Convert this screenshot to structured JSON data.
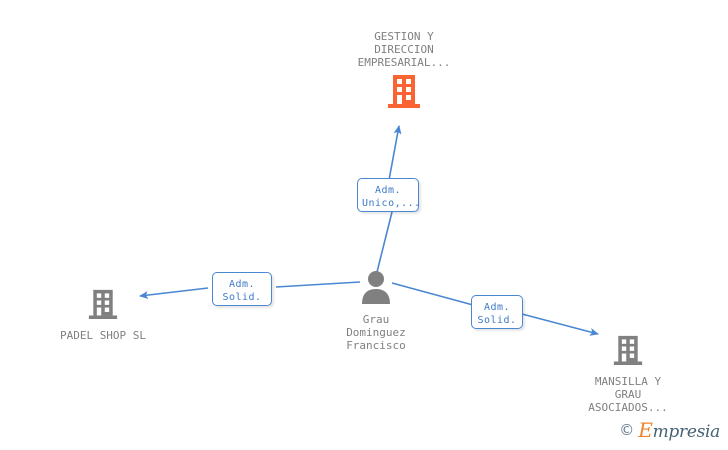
{
  "graph": {
    "title": "Mercantile relations graph",
    "colors": {
      "node_active": "#fa6432",
      "node_inactive": "#808080",
      "edge": "#4a87d3",
      "box_border": "#4a87d3",
      "box_text": "#3c78c8",
      "label_text": "#808080"
    },
    "nodes": [
      {
        "id": "gestion-y-direccion-empresarial",
        "label": "GESTION Y\nDIRECCION\nEMPRESARIAL...",
        "icon": "company-building-icon",
        "state": "active",
        "color": "#fa6432"
      },
      {
        "id": "grau-dominguez-francisco",
        "label": "Grau\nDominguez\nFrancisco",
        "icon": "person-icon",
        "state": "inactive",
        "color": "#808080"
      },
      {
        "id": "padel-shop-sl",
        "label": "PADEL SHOP SL",
        "icon": "company-building-icon",
        "state": "inactive",
        "color": "#808080"
      },
      {
        "id": "mansilla-y-grau-asociados",
        "label": "MANSILLA Y\nGRAU\nASOCIADOS...",
        "icon": "company-building-icon",
        "state": "inactive",
        "color": "#808080"
      }
    ],
    "relations": [
      {
        "id": "rel-adm-unico",
        "label": "Adm.\nUnico,...",
        "from": "grau-dominguez-francisco",
        "to": "gestion-y-direccion-empresarial"
      },
      {
        "id": "rel-adm-solid-padel",
        "label": "Adm.\nSolid.",
        "from": "grau-dominguez-francisco",
        "to": "padel-shop-sl"
      },
      {
        "id": "rel-adm-solid-mansilla",
        "label": "Adm.\nSolid.",
        "from": "grau-dominguez-francisco",
        "to": "mansilla-y-grau-asociados"
      }
    ]
  },
  "watermark": {
    "copyright": "©",
    "brand_cap": "E",
    "brand_rest": "mpresia"
  }
}
